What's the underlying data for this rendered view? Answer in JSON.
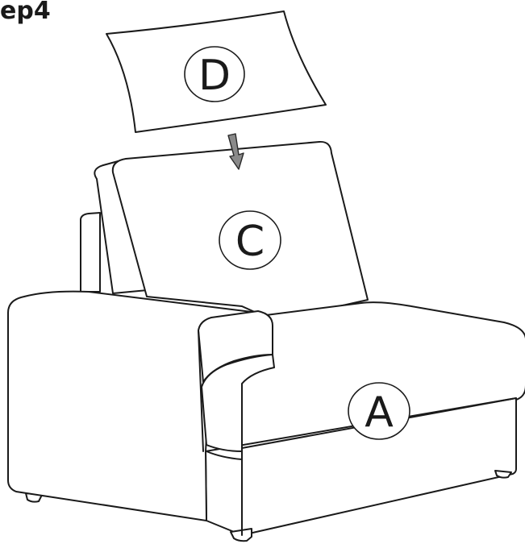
{
  "step": {
    "title": "ep4"
  },
  "parts": {
    "headrest_label": "D",
    "back_cushion_label": "C",
    "seat_label": "A"
  },
  "colors": {
    "ink": "#1a1a1a",
    "arrow_fill": "#8a8a8a",
    "background": "#ffffff"
  }
}
